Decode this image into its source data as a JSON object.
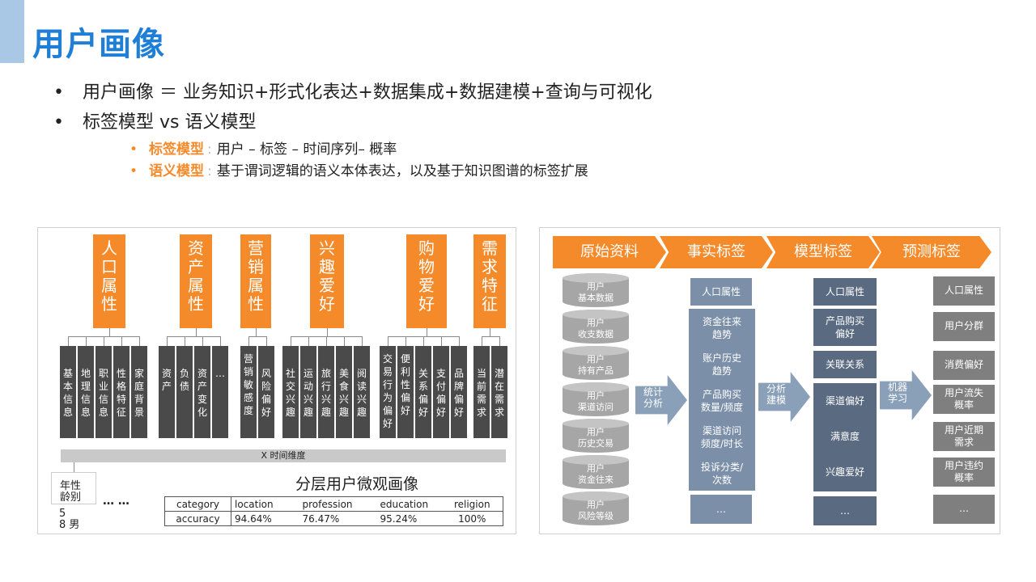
{
  "title": "用户画像",
  "bullets": [
    "用户画像 ＝ 业务知识+形式化表达+数据集成+数据建模+查询与可视化",
    "标签模型 vs 语义模型"
  ],
  "sub_bullets": [
    {
      "key": "标签模型",
      "sep": ":",
      "text": "用户 – 标签 – 时间序列– 概率"
    },
    {
      "key": "语义模型",
      "sep": ":",
      "text": "基于谓词逻辑的语义本体表达，以及基于知识图谱的标签扩展"
    }
  ],
  "left_panel": {
    "categories": [
      "人\n口\n属\n性",
      "资\n产\n属\n性",
      "营\n销\n属\n性",
      "兴\n趣\n爱\n好",
      "购\n物\n爱\n好",
      "需\n求\n特\n征"
    ],
    "subgroups": [
      [
        "基\n本\n信\n息",
        "地\n理\n信\n息",
        "职\n业\n信\n息",
        "性\n格\n特\n征",
        "家\n庭\n背\n景"
      ],
      [
        "资\n产",
        "负\n债",
        "资\n产\n变\n化",
        "…"
      ],
      [
        "营\n销\n敏\n感\n度",
        "风\n险\n偏\n好"
      ],
      [
        "社\n交\n兴\n趣",
        "运\n动\n兴\n趣",
        "旅\n行\n兴\n趣",
        "美\n食\n兴\n趣",
        "阅\n读\n兴\n趣"
      ],
      [
        "交\n易\n行\n为\n偏\n好",
        "便\n利\n性\n偏\n好",
        "关\n系\n偏\n好",
        "支\n付\n偏\n好",
        "品\n牌\n偏\n好"
      ],
      [
        "当\n前\n需\n求",
        "潜\n在\n需\n求"
      ]
    ],
    "time_axis": "X 时间维度",
    "sample_box": "年性\n龄别",
    "sample_values": [
      "5",
      "8 男"
    ],
    "ellipsis": "… …",
    "caption": "分层用户微观画像",
    "table": {
      "row1": [
        "category",
        "location",
        "profession",
        "education",
        "religion"
      ],
      "row2": [
        "accuracy",
        "94.64%",
        "76.47%",
        "95.24%",
        "100%"
      ]
    }
  },
  "right_panel": {
    "stages": [
      "原始资料",
      "事实标签",
      "模型标签",
      "预测标签"
    ],
    "raw_data": [
      "用户\n基本数据",
      "用户\n收支数据",
      "用户\n持有产品",
      "用户\n渠道访问",
      "用户\n历史交易",
      "用户\n资金往来",
      "用户\n风险等级"
    ],
    "arrows": [
      "统计\n分析",
      "分析\n建模",
      "机器\n学习"
    ],
    "fact_top": "人口属性",
    "fact_items": [
      "资金往来\n趋势",
      "账户历史\n趋势",
      "产品购买\n数量/频度",
      "渠道访问\n频度/时长",
      "投诉分类/\n次数"
    ],
    "fact_more": "…",
    "model_items": [
      "人口属性",
      "产品购买\n偏好",
      "关联关系"
    ],
    "model_group": [
      "渠道偏好",
      "满意度",
      "兴趣爱好"
    ],
    "model_more": "…",
    "pred_items": [
      "人口属性",
      "用户分群",
      "消费偏好",
      "用户流失\n概率",
      "用户近期\n需求",
      "用户违约\n概率",
      "…"
    ]
  },
  "colors": {
    "accent": "#1f7fd6",
    "orange": "#f58a2a",
    "dark": "#4a4a4a"
  }
}
